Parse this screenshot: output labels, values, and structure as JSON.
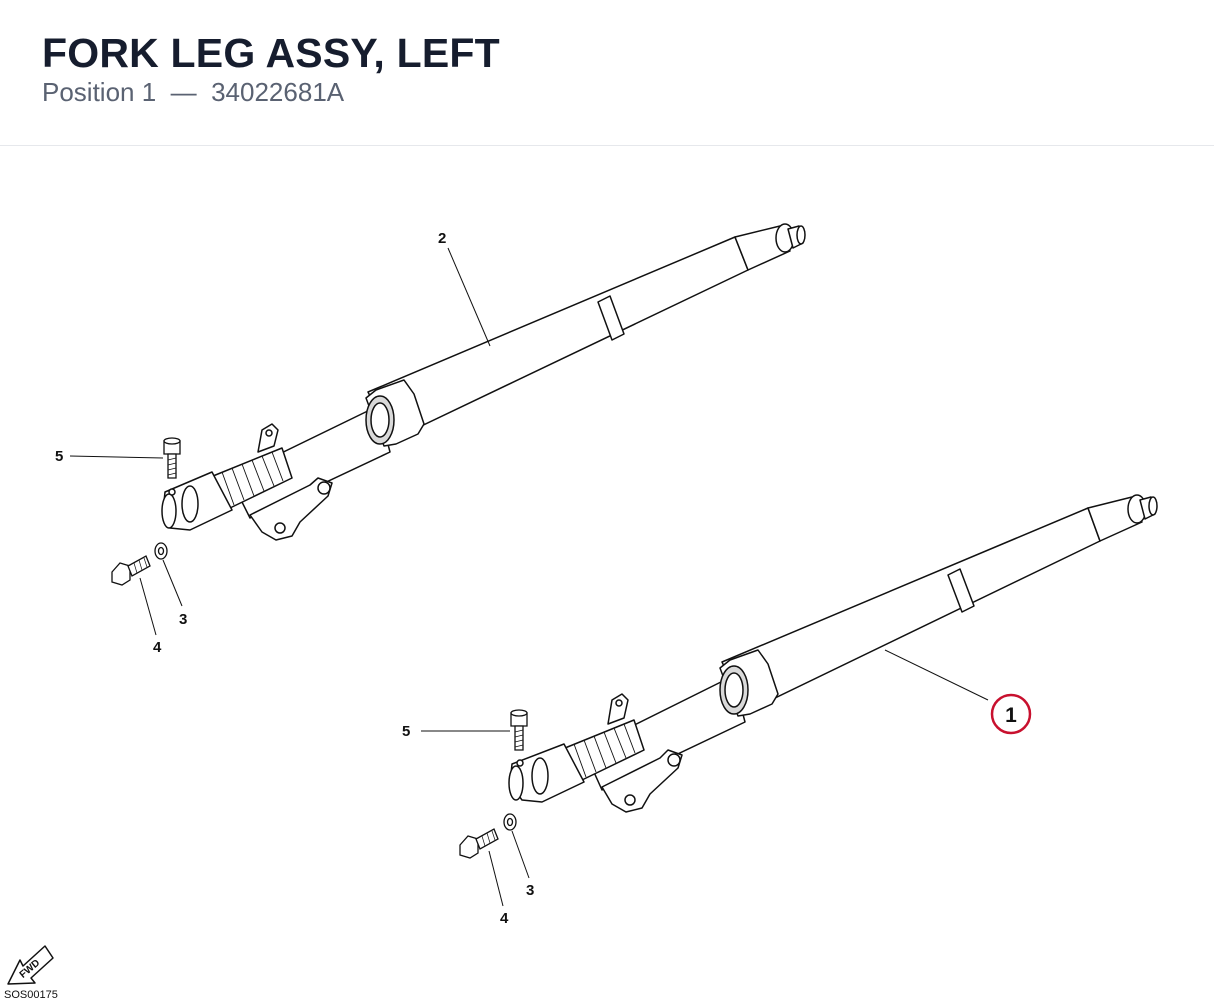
{
  "header": {
    "title": "FORK LEG ASSY, LEFT",
    "position_label": "Position 1",
    "separator": "—",
    "part_number": "34022681A"
  },
  "diagram": {
    "callouts": {
      "upper_2": "2",
      "upper_5": "5",
      "upper_3": "3",
      "upper_4": "4",
      "lower_1": "1",
      "lower_5": "5",
      "lower_3": "3",
      "lower_4": "4"
    },
    "highlighted_callout": "1",
    "highlight_color": "#c8102e",
    "fwd_label": "FWD",
    "drawing_code": "SOS00175"
  }
}
